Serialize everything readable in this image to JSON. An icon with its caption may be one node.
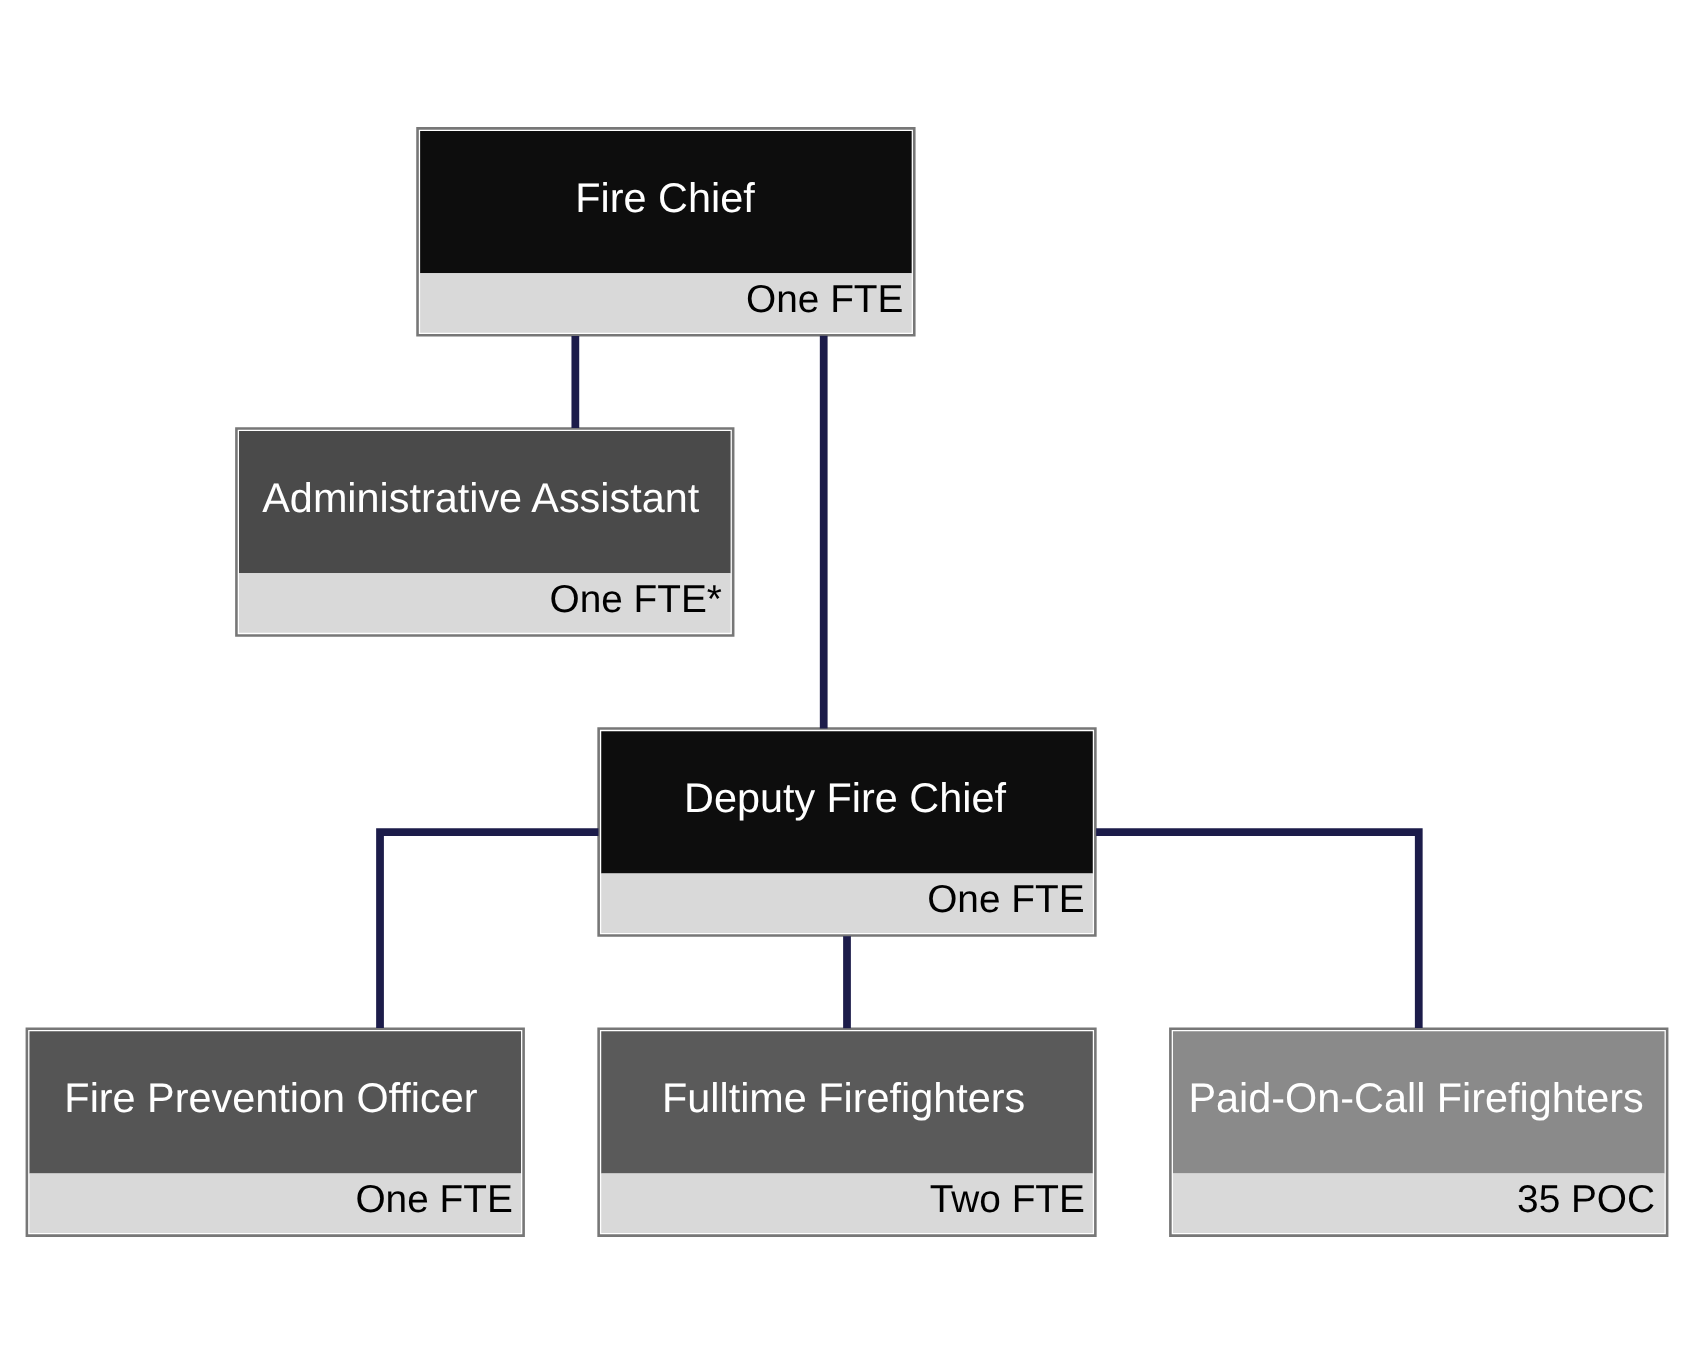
{
  "diagram": {
    "nodes": [
      {
        "text": [
          "Fire Chief",
          "One FTE"
        ]
      },
      {
        "text": [
          "Administrative Assistant",
          "One FTE*"
        ]
      },
      {
        "text": [
          "Deputy Fire Chief",
          "One FTE"
        ]
      },
      {
        "text": [
          "Fire Prevention Officer",
          "One FTE"
        ]
      },
      {
        "text": [
          "Fulltime Firefighters",
          "Two FTE"
        ]
      },
      {
        "text": [
          "Paid-On-Call Firefighters",
          "35 POC"
        ]
      }
    ],
    "edges": [
      {
        "from": 0,
        "to": 1,
        "arrow": "none"
      },
      {
        "from": 0,
        "to": 2,
        "arrow": "none"
      },
      {
        "from": 2,
        "to": 3,
        "arrow": "none"
      },
      {
        "from": 2,
        "to": 4,
        "arrow": "none"
      },
      {
        "from": 2,
        "to": 5,
        "arrow": "none"
      }
    ]
  }
}
